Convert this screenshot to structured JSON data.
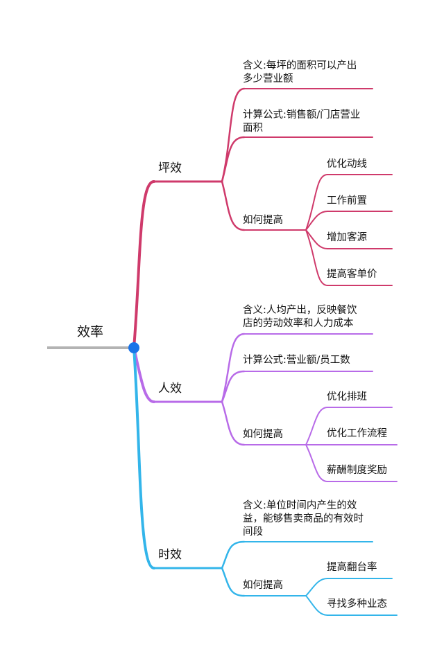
{
  "colors": {
    "root_line": "#b3b3b3",
    "root_dot": "#1a73e8",
    "pingxiao": "#cf3a6b",
    "renxiao": "#b86be8",
    "shixiao": "#33b5ea"
  },
  "root": {
    "label": "效率"
  },
  "branches": [
    {
      "label": "坪效",
      "children": [
        {
          "label_lines": [
            "含义:每坪的面积可以产出",
            "多少营业额"
          ]
        },
        {
          "label_lines": [
            "计算公式:销售额/门店营业",
            "面积"
          ]
        },
        {
          "label_lines": [
            "如何提高"
          ],
          "children": [
            "优化动线",
            "工作前置",
            "增加客源",
            "提高客单价"
          ]
        }
      ]
    },
    {
      "label": "人效",
      "children": [
        {
          "label_lines": [
            "含义:人均产出，反映餐饮",
            "店的劳动效率和人力成本"
          ]
        },
        {
          "label_lines": [
            "计算公式:营业额/员工数"
          ]
        },
        {
          "label_lines": [
            "如何提高"
          ],
          "children": [
            "优化排班",
            "优化工作流程",
            "薪酬制度奖励"
          ]
        }
      ]
    },
    {
      "label": "时效",
      "children": [
        {
          "label_lines": [
            "含义:单位时间内产生的效",
            "益，能够售卖商品的有效时",
            "间段"
          ]
        },
        {
          "label_lines": [
            "如何提高"
          ],
          "children": [
            "提高翻台率",
            "寻找多种业态"
          ]
        }
      ]
    }
  ]
}
